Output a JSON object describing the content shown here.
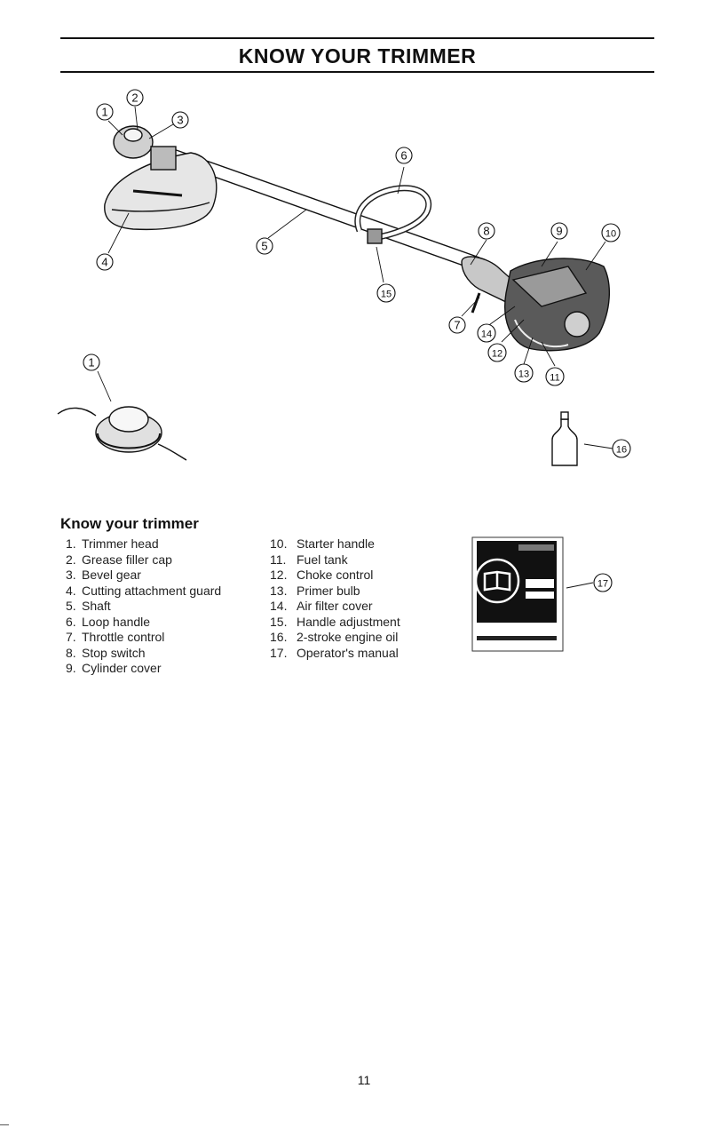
{
  "page": {
    "title": "KNOW YOUR TRIMMER",
    "section_heading": "Know your trimmer",
    "page_number": "11"
  },
  "callouts": [
    "1",
    "2",
    "3",
    "4",
    "5",
    "6",
    "7",
    "8",
    "9",
    "10",
    "11",
    "12",
    "13",
    "14",
    "15",
    "16",
    "17"
  ],
  "parts_col1": [
    {
      "num": "1.",
      "label": "Trimmer head"
    },
    {
      "num": "2.",
      "label": "Grease filler cap"
    },
    {
      "num": "3.",
      "label": "Bevel gear"
    },
    {
      "num": "4.",
      "label": "Cutting attachment guard"
    },
    {
      "num": "5.",
      "label": "Shaft"
    },
    {
      "num": "6.",
      "label": "Loop handle"
    },
    {
      "num": "7.",
      "label": "Throttle control"
    },
    {
      "num": "8.",
      "label": "Stop switch"
    },
    {
      "num": "9.",
      "label": "Cylinder cover"
    }
  ],
  "parts_col2": [
    {
      "num": "10.",
      "label": "Starter handle"
    },
    {
      "num": "11.",
      "label": "Fuel tank"
    },
    {
      "num": "12.",
      "label": "Choke control"
    },
    {
      "num": "13.",
      "label": "Primer bulb"
    },
    {
      "num": "14.",
      "label": "Air filter cover"
    },
    {
      "num": "15.",
      "label": "Handle adjustment"
    },
    {
      "num": "16.",
      "label": "2-stroke engine oil"
    },
    {
      "num": "17.",
      "label": "Operator's manual"
    }
  ]
}
